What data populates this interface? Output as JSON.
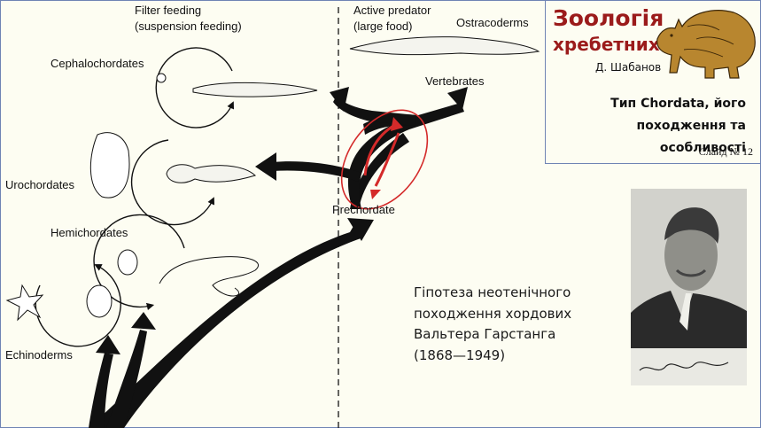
{
  "header": {
    "course_title": "Зоологія",
    "course_subtitle": "хребетних",
    "author": "Д. Шабанов",
    "topic_line1": "Тип Chordata, його",
    "topic_line2": "походження та особливості",
    "slide_number": "Слайд № 12"
  },
  "diagram": {
    "filter_feeding_line1": "Filter feeding",
    "filter_feeding_line2": "(suspension feeding)",
    "active_predator_line1": "Active predator",
    "active_predator_line2": "(large food)",
    "ostracoderms": "Ostracoderms",
    "vertebrates": "Vertebrates",
    "cephalochordates": "Cephalochordates",
    "urochordates": "Urochordates",
    "hemichordates": "Hemichordates",
    "echinoderms": "Echinoderms",
    "prechordate": "Prechordate"
  },
  "caption": {
    "line1": "Гіпотеза неотенічного",
    "line2": "походження хордових",
    "line3": "Вальтера Гарстанга",
    "line4": "(1868—1949)"
  },
  "colors": {
    "accent": "#9b1b1b",
    "frame": "#6f84b4",
    "highlight": "#d42a2a"
  }
}
